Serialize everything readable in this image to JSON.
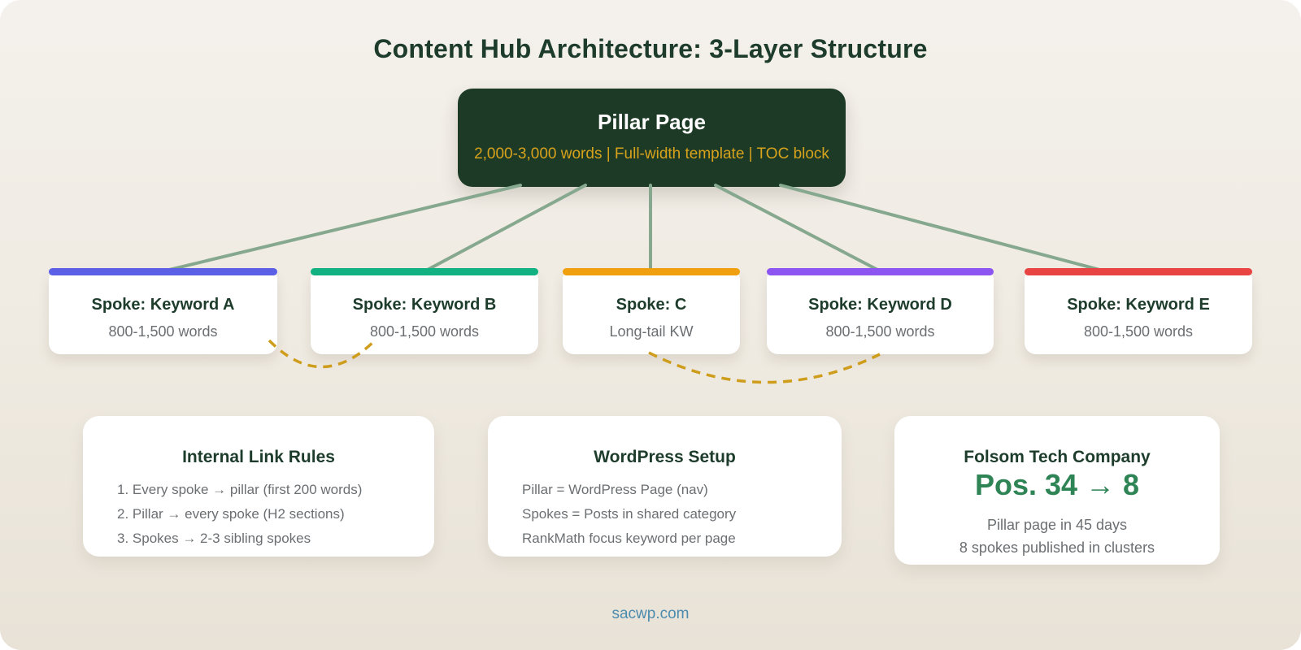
{
  "header": {
    "title": "Content Hub Architecture: 3-Layer Structure"
  },
  "pillar": {
    "title": "Pillar Page",
    "subtitle": "2,000-3,000 words | Full-width template | TOC block"
  },
  "spokes": [
    {
      "title": "Spoke: Keyword A",
      "subtitle": "800-1,500 words",
      "accent": "#5b5fe6"
    },
    {
      "title": "Spoke: Keyword B",
      "subtitle": "800-1,500 words",
      "accent": "#12b181"
    },
    {
      "title": "Spoke: C",
      "subtitle": "Long-tail KW",
      "accent": "#f0a00e"
    },
    {
      "title": "Spoke: Keyword D",
      "subtitle": "800-1,500 words",
      "accent": "#8c55f2"
    },
    {
      "title": "Spoke: Keyword E",
      "subtitle": "800-1,500 words",
      "accent": "#e84444"
    }
  ],
  "info_cards": [
    {
      "title": "Internal Link Rules",
      "lines": [
        "1. Every spoke → pillar (first 200 words)",
        "2. Pillar → every spoke (H2 sections)",
        "3. Spokes → 2-3 sibling spokes"
      ]
    },
    {
      "title": "WordPress Setup",
      "lines": [
        "Pillar = WordPress Page (nav)",
        "Spokes = Posts in shared category",
        "RankMath focus keyword per page"
      ]
    },
    {
      "title": "Folsom Tech Company",
      "highlight": "Pos. 34 → 8",
      "lines": [
        "Pillar page in 45 days",
        "8 spokes published in clusters"
      ]
    }
  ],
  "footer": {
    "site": "sacwp.com"
  },
  "colors": {
    "background_top": "#f4f1ec",
    "background_bottom": "#e8e2d7",
    "pillar_bg": "#1d3a26",
    "pillar_subtitle": "#d7a21c",
    "heading_green": "#1d3c2b",
    "body_gray": "#6b6f72",
    "connector_green": "#85a88e",
    "sibling_dash_gold": "#cf9d1c",
    "highlight_green": "#2e8455",
    "footer_blue": "#4c8cae"
  }
}
